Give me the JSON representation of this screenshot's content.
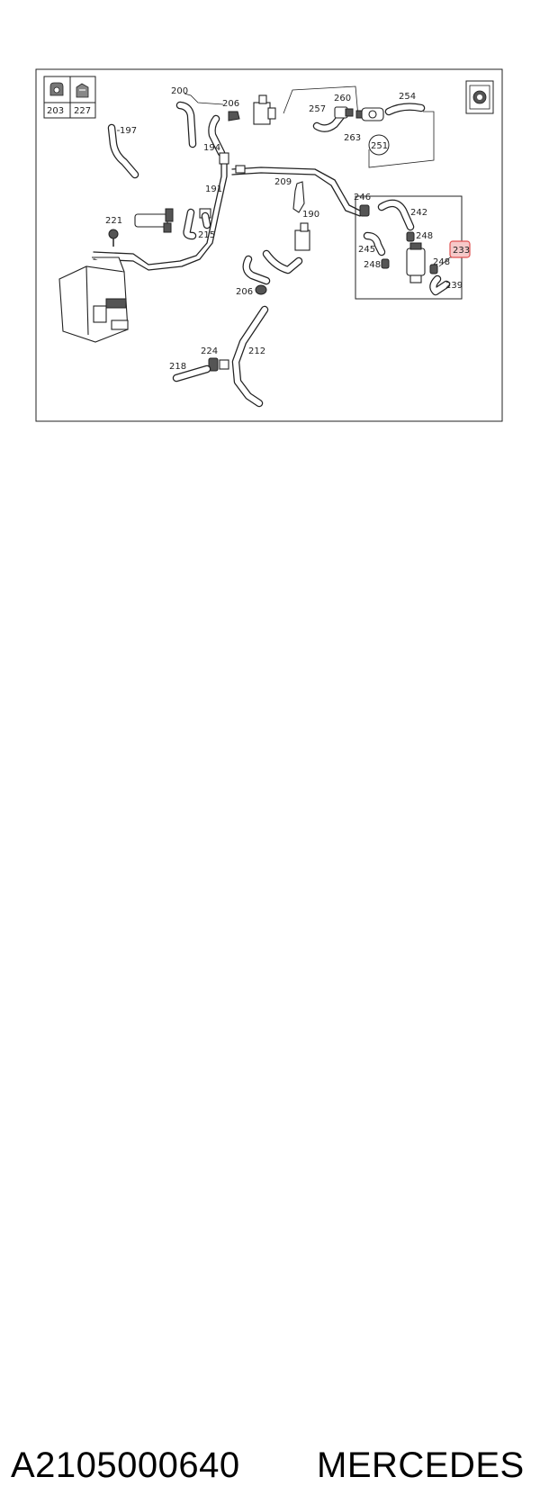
{
  "diagram": {
    "labels": {
      "p200": "200",
      "p206a": "206",
      "p260": "260",
      "p254": "254",
      "p257": "257",
      "p263": "263",
      "p251": "251",
      "p197": "197",
      "p194": "194",
      "p209": "209",
      "p191": "191",
      "p246": "246",
      "p242": "242",
      "p190": "190",
      "p221": "221",
      "p215": "215",
      "p248a": "248",
      "p245": "245",
      "p233": "233",
      "p248b": "248",
      "p248c": "248",
      "p239": "239",
      "p206b": "206",
      "p224": "224",
      "p212": "212",
      "p218": "218",
      "p203": "203",
      "p227": "227"
    },
    "highlight_color": "#e05050"
  },
  "caption": {
    "part_number": "A2105000640",
    "brand": "MERCEDES"
  }
}
